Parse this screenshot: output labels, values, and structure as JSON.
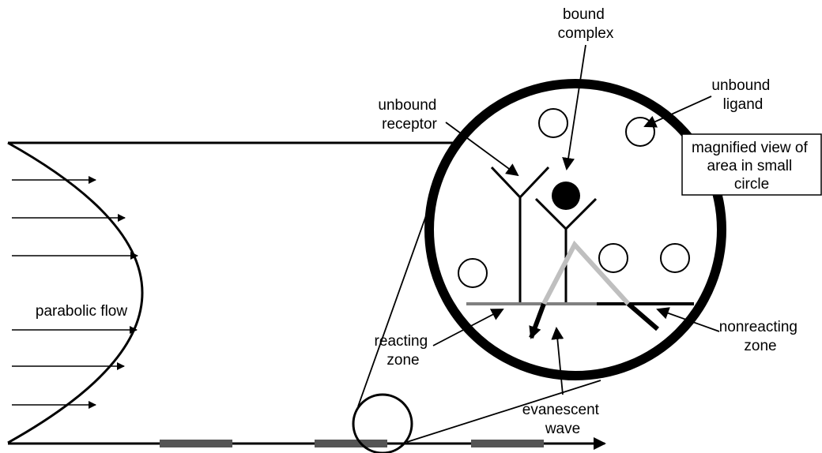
{
  "diagram": {
    "labels": {
      "bound_complex": [
        "bound",
        "complex"
      ],
      "unbound_ligand": [
        "unbound",
        "ligand"
      ],
      "unbound_receptor": [
        "unbound",
        "receptor"
      ],
      "magnified_view": [
        "magnified view of",
        "area in small",
        "circle"
      ],
      "parabolic_flow": "parabolic flow",
      "reacting_zone": [
        "reacting",
        "zone"
      ],
      "nonreacting_zone": [
        "nonreacting",
        "zone"
      ],
      "evanescent_wave": [
        "evanescent",
        "wave"
      ]
    },
    "colors": {
      "ink": "#000000",
      "sensor_strip": "#555555",
      "surface_gray": "#808080",
      "light_gray": "#bfbfbf"
    }
  }
}
